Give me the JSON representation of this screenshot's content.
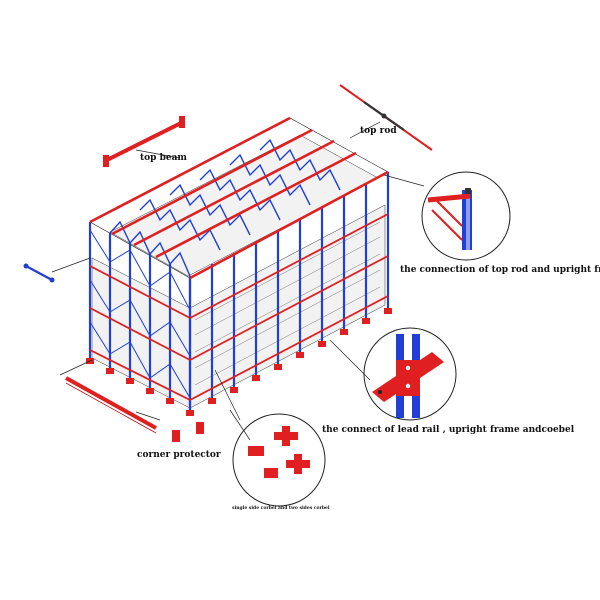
{
  "labels": {
    "top_beam": "top beam",
    "top_rod": "top rod",
    "connection_top_rod_upright": "the connection of top rod and upright frame",
    "connection_lead_rail": "the connect of lead rail , upright frame andcoebel",
    "corner_protector": "corner protector",
    "corbel_types": "single side corbel and two sides corbel"
  },
  "colors": {
    "upright": "#1f3fd6",
    "beam": "#e02020",
    "outline": "#222222",
    "pallet": "#f2f2f2",
    "leader": "#222222"
  }
}
